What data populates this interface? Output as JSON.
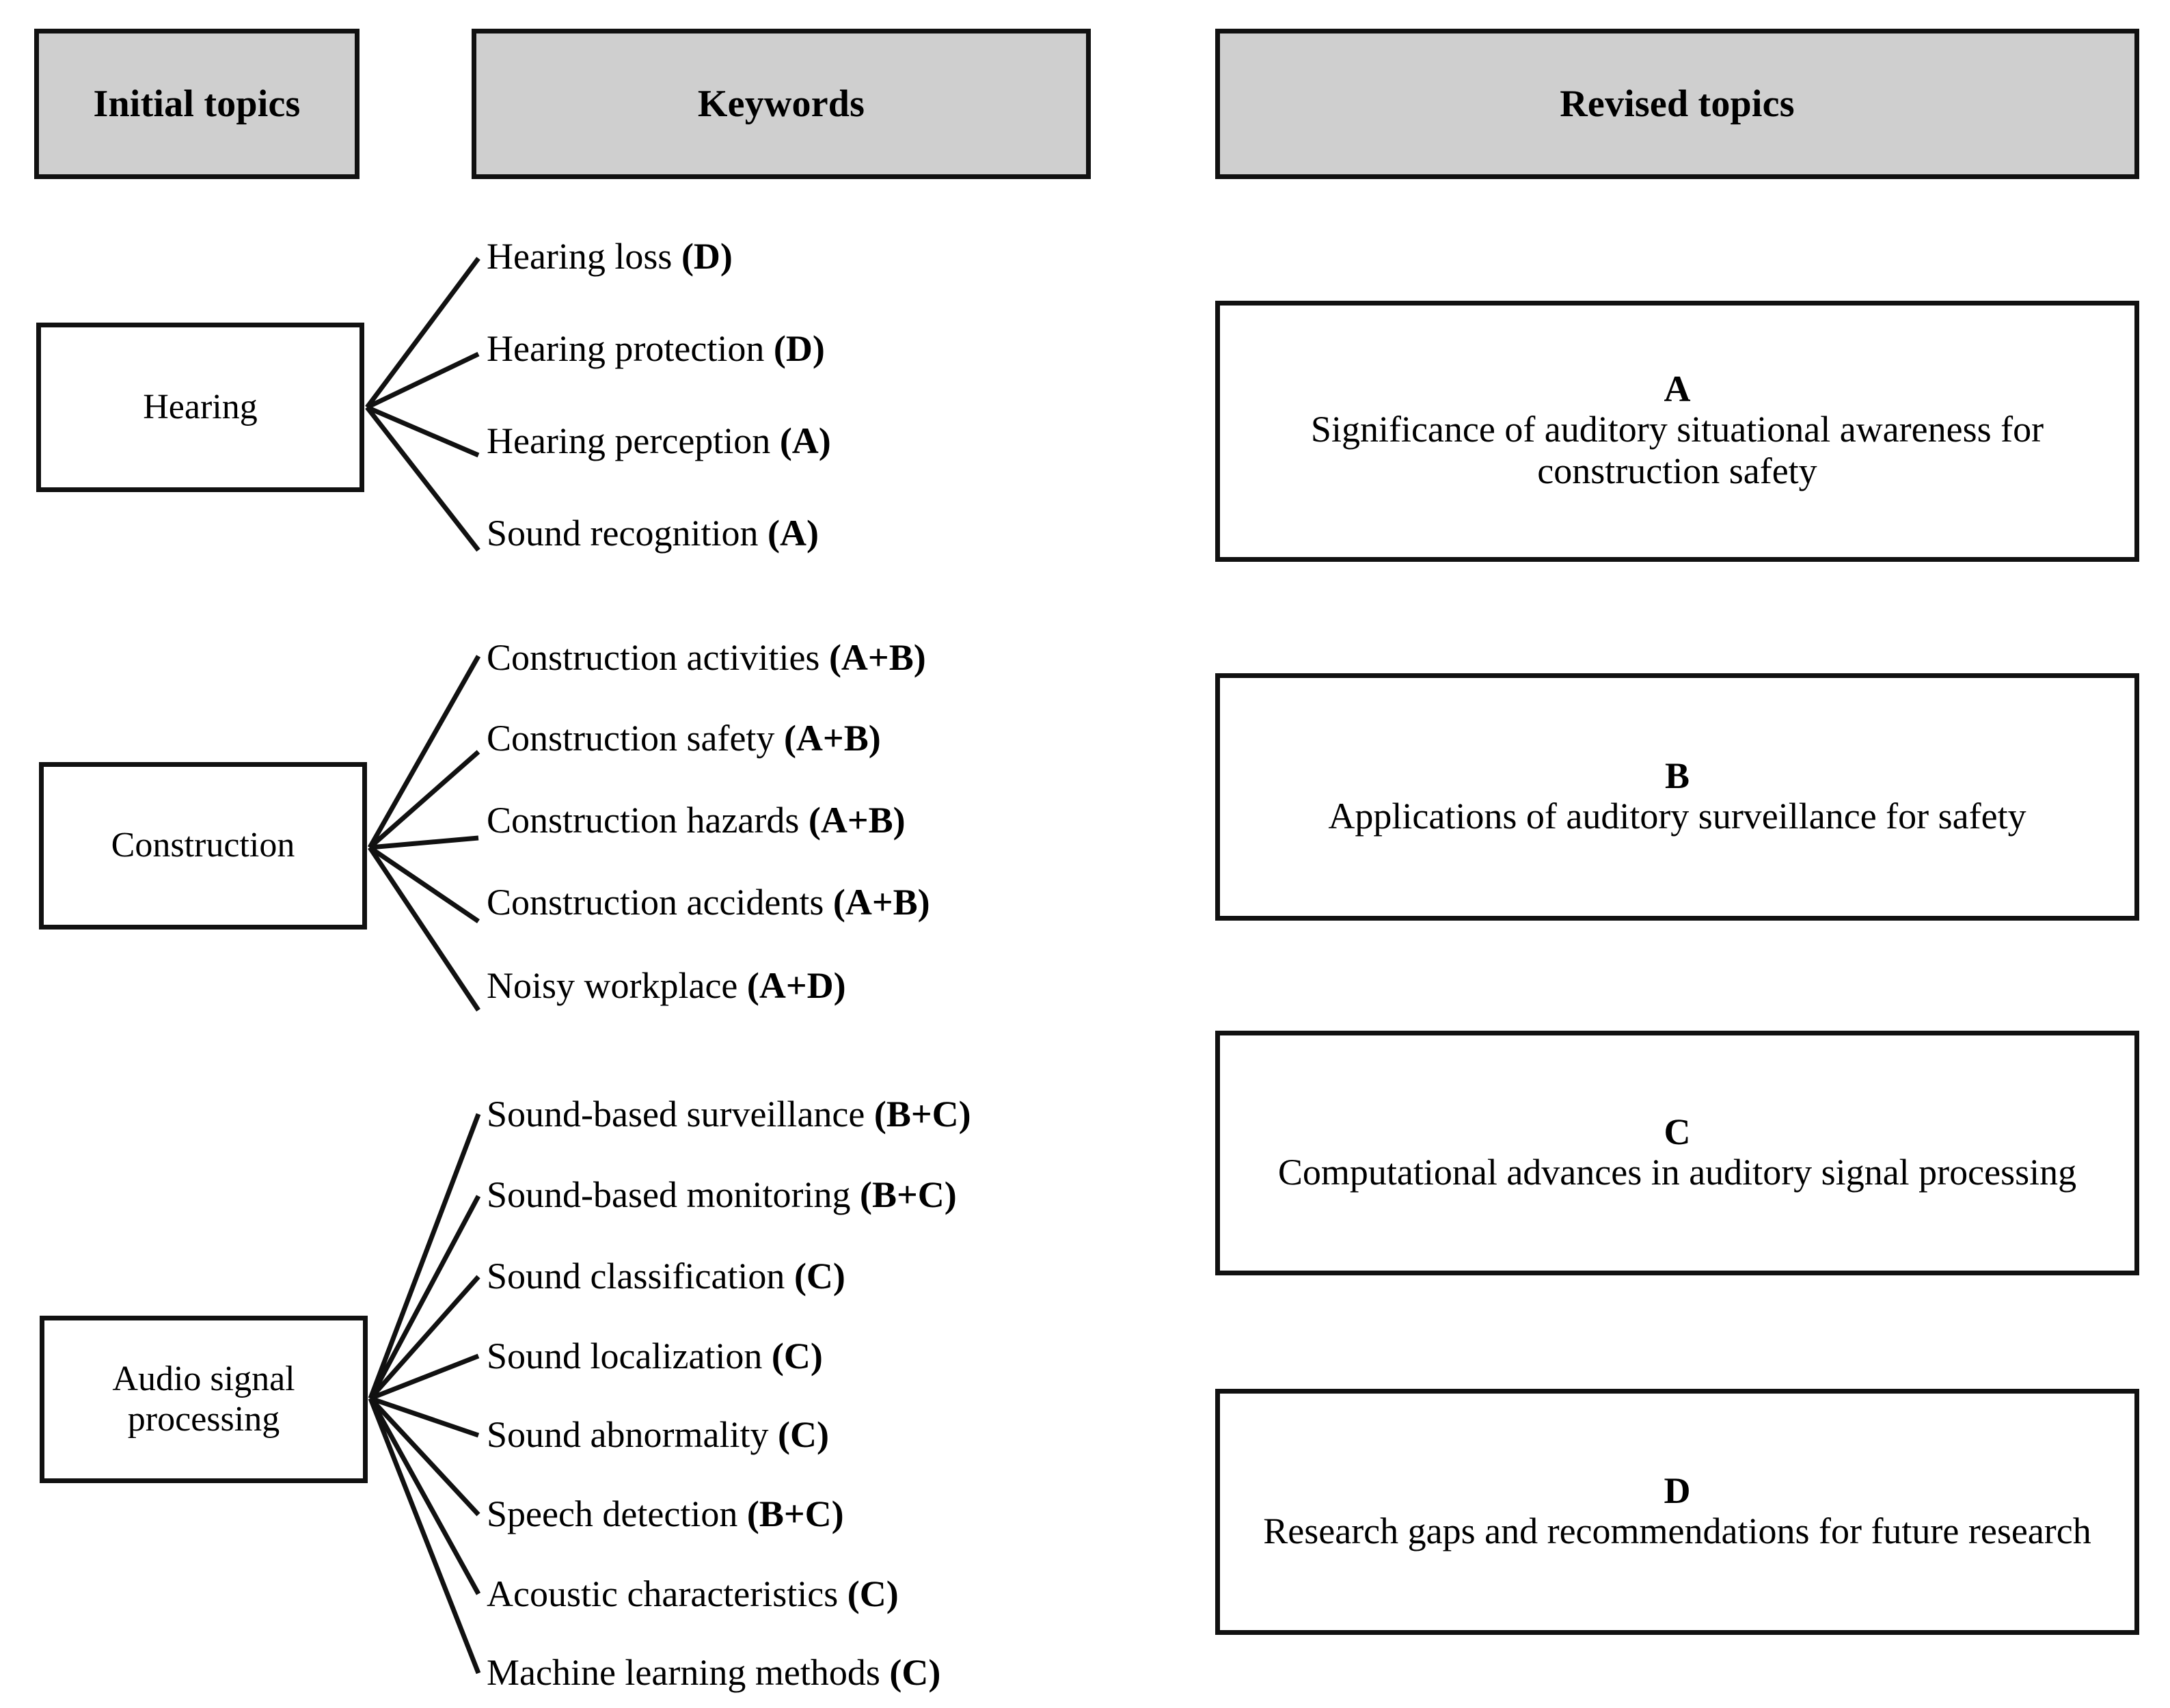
{
  "headers": {
    "initial_topics": "Initial topics",
    "keywords": "Keywords",
    "revised_topics": "Revised topics"
  },
  "topics": [
    {
      "id": "hearing",
      "label": "Hearing"
    },
    {
      "id": "construction",
      "label": "Construction"
    },
    {
      "id": "audio",
      "label": "Audio signal processing"
    }
  ],
  "keywords": {
    "hearing": [
      {
        "term": "Hearing loss ",
        "code": "(D)"
      },
      {
        "term": "Hearing protection ",
        "code": "(D)"
      },
      {
        "term": "Hearing perception ",
        "code": "(A)"
      },
      {
        "term": "Sound recognition ",
        "code": "(A)"
      }
    ],
    "construction": [
      {
        "term": "Construction activities ",
        "code": "(A+B)"
      },
      {
        "term": "Construction safety ",
        "code": "(A+B)"
      },
      {
        "term": "Construction hazards ",
        "code": "(A+B)"
      },
      {
        "term": "Construction accidents ",
        "code": "(A+B)"
      },
      {
        "term": "Noisy workplace ",
        "code": "(A+D)"
      }
    ],
    "audio": [
      {
        "term": "Sound-based surveillance ",
        "code": "(B+C)"
      },
      {
        "term": "Sound-based monitoring ",
        "code": "(B+C)"
      },
      {
        "term": "Sound classification ",
        "code": "(C)"
      },
      {
        "term": "Sound localization ",
        "code": "(C)"
      },
      {
        "term": "Sound abnormality ",
        "code": "(C)"
      },
      {
        "term": "Speech detection ",
        "code": "(B+C)"
      },
      {
        "term": "Acoustic characteristics ",
        "code": "(C)"
      },
      {
        "term": "Machine learning methods ",
        "code": "(C)"
      }
    ]
  },
  "revised_topics": [
    {
      "letter": "A",
      "text": "Significance of auditory situational awareness for construction safety"
    },
    {
      "letter": "B",
      "text": "Applications of auditory surveillance for safety"
    },
    {
      "letter": "C",
      "text": "Computational advances in auditory signal processing"
    },
    {
      "letter": "D",
      "text": "Research gaps and recommendations for future research"
    }
  ],
  "colors": {
    "header_fill": "#cfcfcf",
    "line": "#111111",
    "box_fill": "#ffffff",
    "text": "#000000"
  }
}
